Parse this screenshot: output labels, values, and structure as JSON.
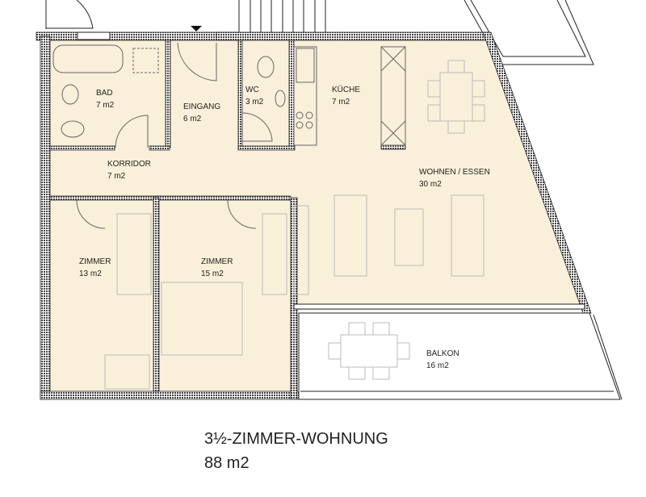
{
  "plan": {
    "colors": {
      "floor": "#faefd9",
      "wall": "#4a4a4a",
      "outline": "#222222"
    },
    "rooms": [
      {
        "id": "bad",
        "name": "BAD",
        "area": "7 m2"
      },
      {
        "id": "eingang",
        "name": "EINGANG",
        "area": "6 m2"
      },
      {
        "id": "wc",
        "name": "WC",
        "area": "3 m2"
      },
      {
        "id": "kueche",
        "name": "KÜCHE",
        "area": "7 m2"
      },
      {
        "id": "korridor",
        "name": "KORRIDOR",
        "area": "7 m2"
      },
      {
        "id": "wohnen",
        "name": "WOHNEN / ESSEN",
        "area": "30 m2"
      },
      {
        "id": "zimmer1",
        "name": "ZIMMER",
        "area": "13 m2"
      },
      {
        "id": "zimmer2",
        "name": "ZIMMER",
        "area": "15 m2"
      },
      {
        "id": "balkon",
        "name": "BALKON",
        "area": "16 m2"
      }
    ]
  },
  "summary": {
    "title": "3½-ZIMMER-WOHNUNG",
    "total_area": "88 m2"
  }
}
